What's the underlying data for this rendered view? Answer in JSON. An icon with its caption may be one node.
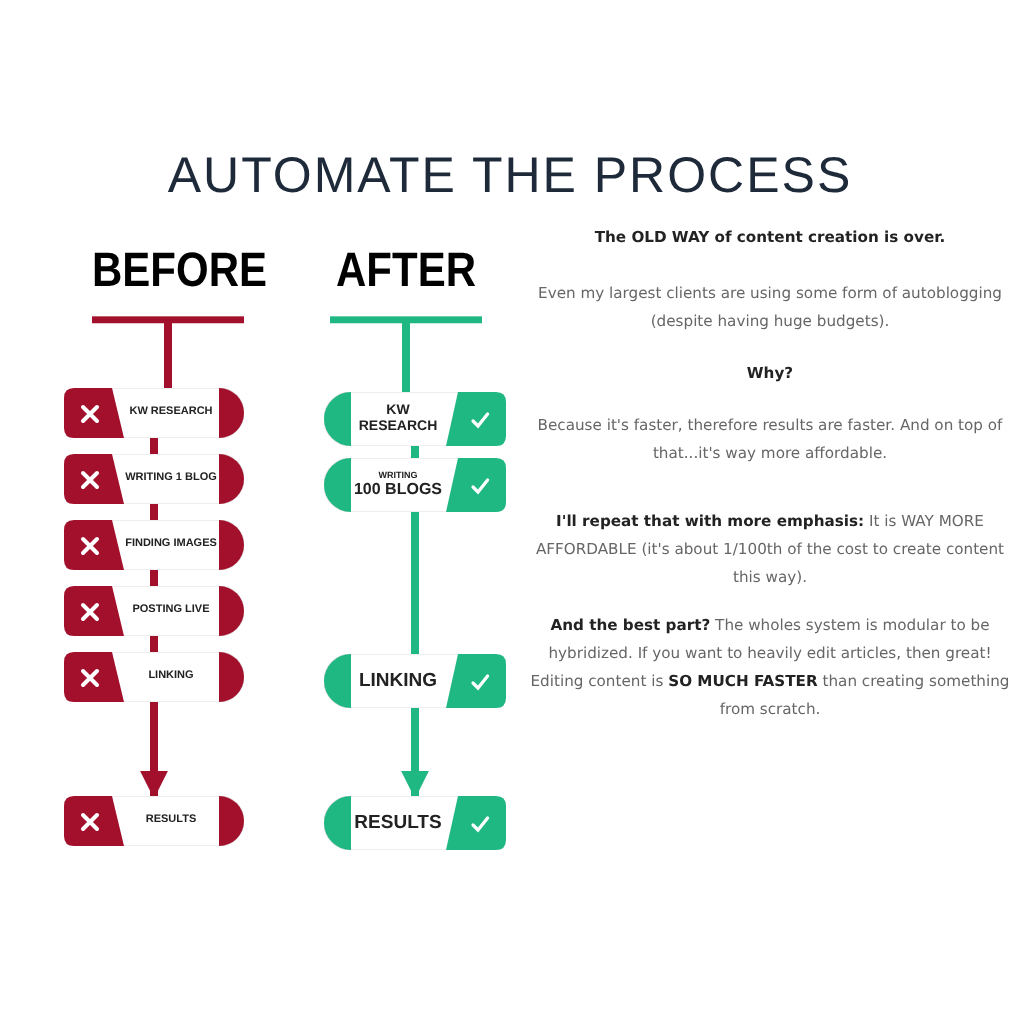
{
  "diagram": {
    "title": "AUTOMATE THE PROCESS",
    "nodes": [
      {
        "text": [
          "BEFORE"
        ]
      },
      {
        "text": [
          "KW RESEARCH"
        ]
      },
      {
        "text": [
          "WRITING 1 BLOG"
        ]
      },
      {
        "text": [
          "FINDING IMAGES"
        ]
      },
      {
        "text": [
          "POSTING LIVE"
        ]
      },
      {
        "text": [
          "LINKING"
        ]
      },
      {
        "text": [
          "RESULTS"
        ]
      },
      {
        "text": [
          "AFTER"
        ]
      },
      {
        "text": [
          "KW RESEARCH"
        ]
      },
      {
        "text": [
          "WRITING",
          "100 BLOGS"
        ]
      },
      {
        "text": [
          "LINKING"
        ]
      },
      {
        "text": [
          "RESULTS"
        ]
      }
    ],
    "edges": [
      {
        "from": 0,
        "to": 1,
        "arrow": "none"
      },
      {
        "from": 1,
        "to": 2,
        "arrow": "none"
      },
      {
        "from": 2,
        "to": 3,
        "arrow": "none"
      },
      {
        "from": 3,
        "to": 4,
        "arrow": "none"
      },
      {
        "from": 4,
        "to": 5,
        "arrow": "none"
      },
      {
        "from": 5,
        "to": 6,
        "arrow": "to"
      },
      {
        "from": 7,
        "to": 8,
        "arrow": "none",
        "color": "#1fb883"
      },
      {
        "from": 8,
        "to": 9,
        "arrow": "none",
        "color": "#1fb883"
      },
      {
        "from": 9,
        "to": 10,
        "arrow": "none",
        "color": "#1fb883"
      },
      {
        "from": 10,
        "to": 11,
        "arrow": "to",
        "color": "#1fb883"
      }
    ],
    "labels": [
      "**The OLD WAY of content creation is over.**",
      "Even my largest clients are using some form of autoblogging (despite having huge budgets).",
      "**Why?**",
      "Because it's faster, therefore results are faster. And on top of that...it's way more affordable.",
      "**I'll repeat that with more emphasis:** It is WAY MORE AFFORDABLE (it's about 1/100th of the cost to create content this way).",
      "**And the best part?** The wholes system is modular to be hybridized. If you want to heavily edit articles, then great! Editing content is **SO MUCH FASTER** than creating something from scratch."
    ]
  }
}
